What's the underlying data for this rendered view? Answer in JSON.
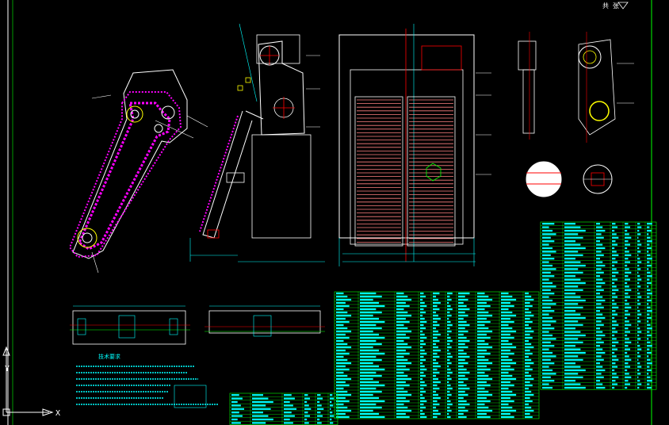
{
  "drawing": {
    "corner_label": "共 张",
    "axis_y_label": "Y",
    "axis_x_label": "X"
  },
  "colors": {
    "background": "#000000",
    "frame": "#ffffff",
    "outline": "#ffffff",
    "chain": "#ff00ff",
    "centerline": "#ff0000",
    "dimension": "#00ffff",
    "table_text": "#00ffff",
    "table_grid": "#00ff00",
    "accent_yellow": "#ffff00",
    "accent_green": "#00ff00"
  },
  "technical_requirements_title": "技术要求"
}
